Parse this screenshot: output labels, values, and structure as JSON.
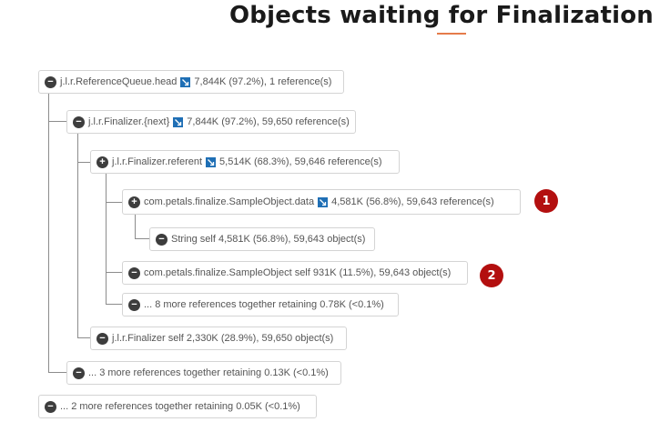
{
  "page": {
    "title": "Objects waiting for Finalization"
  },
  "colors": {
    "accent_underline": "#e57b4a",
    "badge": "#b30f0f",
    "object_icon": "#1f6fb5",
    "toggle": "#3d3d3d"
  },
  "tree": {
    "n1": {
      "toggle": "minus",
      "label": "j.l.r.ReferenceQueue.head",
      "icon": "object-link-icon",
      "stats": "7,844K (97.2%), 1 reference(s)"
    },
    "n2": {
      "toggle": "minus",
      "label": "j.l.r.Finalizer.{next}",
      "icon": "object-link-icon",
      "stats": "7,844K (97.2%), 59,650 reference(s)"
    },
    "n3": {
      "toggle": "plus",
      "label": "j.l.r.Finalizer.referent",
      "icon": "object-link-icon",
      "stats": "5,514K (68.3%), 59,646 reference(s)"
    },
    "n4": {
      "toggle": "plus",
      "label": "com.petals.finalize.SampleObject.data",
      "icon": "object-link-icon",
      "stats": "4,581K (56.8%), 59,643 reference(s)"
    },
    "n5": {
      "toggle": "minus",
      "label": "String self 4,581K (56.8%), 59,643 object(s)"
    },
    "n6": {
      "toggle": "minus",
      "label": "com.petals.finalize.SampleObject self 931K (11.5%), 59,643 object(s)"
    },
    "n7": {
      "toggle": "minus",
      "label": "... 8 more references together retaining 0.78K (<0.1%)"
    },
    "n8": {
      "toggle": "minus",
      "label": "j.l.r.Finalizer self 2,330K (28.9%), 59,650 object(s)"
    },
    "n9": {
      "toggle": "minus",
      "label": "... 3 more references together retaining 0.13K (<0.1%)"
    },
    "n10": {
      "toggle": "minus",
      "label": "... 2 more references together retaining 0.05K (<0.1%)"
    }
  },
  "callouts": {
    "first": "1",
    "second": "2"
  }
}
